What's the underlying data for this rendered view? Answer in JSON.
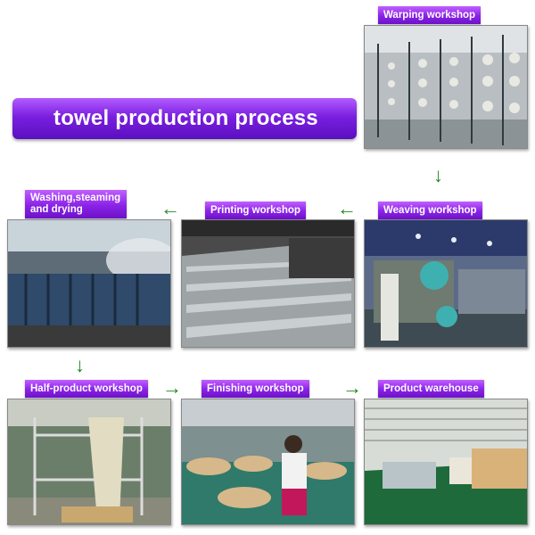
{
  "title": "towel production process",
  "stages": {
    "warping": "Warping workshop",
    "weaving": "Weaving workshop",
    "printing": "Printing workshop",
    "washing": "Washing,steaming and drying",
    "half_product": "Half-product workshop",
    "finishing": "Finishing workshop",
    "warehouse": "Product warehouse"
  },
  "colors": {
    "label": "#8a22e6",
    "arrow": "#1f8a1f"
  },
  "arrows": {
    "right": "→",
    "left": "←",
    "down": "↓"
  }
}
